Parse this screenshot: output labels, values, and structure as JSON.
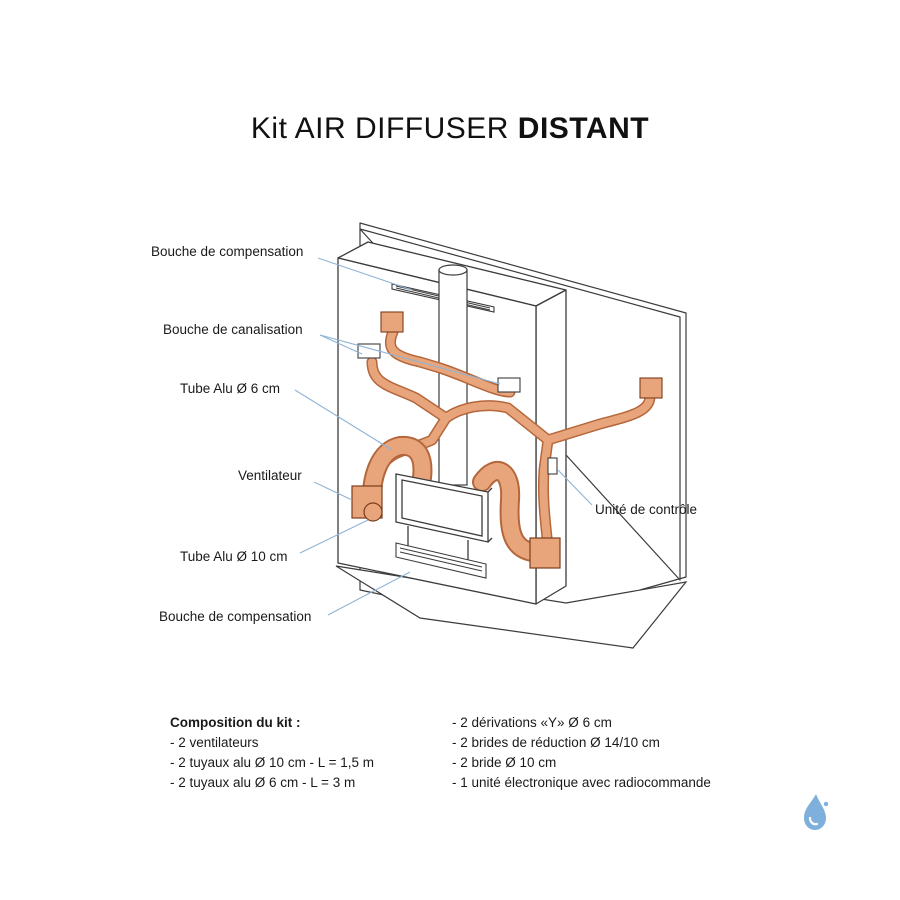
{
  "title": {
    "prefix": "Kit AIR DIFFUSER ",
    "strong": "DISTANT"
  },
  "labels": {
    "bouche_compensation_top": "Bouche de compensation",
    "bouche_canalisation": "Bouche de canalisation",
    "tube_6": "Tube Alu Ø 6 cm",
    "ventilateur": "Ventilateur",
    "tube_10": "Tube Alu Ø 10 cm",
    "bouche_compensation_bottom": "Bouche de compensation",
    "unite_controle": "Unité de contrôle"
  },
  "kit": {
    "heading": "Composition du kit :",
    "left": [
      "- 2 ventilateurs",
      "- 2 tuyaux alu Ø 10 cm - L = 1,5 m",
      "- 2 tuyaux alu Ø 6 cm - L = 3 m"
    ],
    "right": [
      "- 2 dérivations «Y» Ø 6 cm",
      "- 2 brides de réduction Ø 14/10 cm",
      "- 2 bride Ø 10 cm",
      "- 1 unité électronique avec radiocommande"
    ]
  },
  "colors": {
    "duct": "#e8a57c",
    "duct_edge": "#b5673c",
    "line": "#3c3c3c",
    "leader": "#8fb4d6",
    "logo": "#7fb0dc"
  },
  "icons": {
    "logo": "water-drop-logo"
  }
}
